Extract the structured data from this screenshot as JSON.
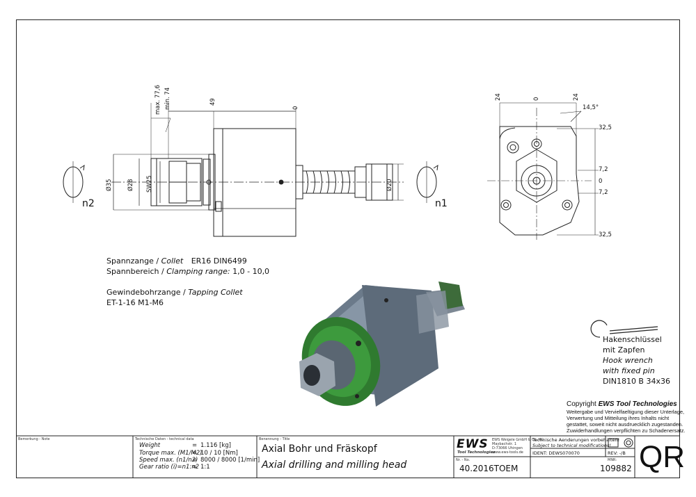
{
  "drawing": {
    "dims_side": {
      "max": "max. 77,6",
      "min": "min. 74",
      "d49": "49",
      "zero": "0",
      "d35": "Ø35",
      "d28": "Ø28",
      "sw25": "SW25",
      "d20": "Ø20",
      "n2": "n2",
      "n1": "n1"
    },
    "dims_front": {
      "left24": "24",
      "zero_top": "0",
      "right24": "24",
      "angle": "14,5°",
      "r325_top": "32,5",
      "r72_top": "7,2",
      "r0": "0",
      "r72_bot": "7,2",
      "r325_bot": "32,5"
    }
  },
  "notes": {
    "collet_line1_de": "Spannzange /",
    "collet_line1_en": "Collet",
    "collet_line1_val": "ER16    DIN6499",
    "range_de": "Spannbereich /",
    "range_en": "Clamping range:",
    "range_val": "1,0 - 10,0",
    "tap_de": "Gewindebohrzange /",
    "tap_en": "Tapping Collet",
    "tap_val": "ET-1-16   M1-M6"
  },
  "wrench": {
    "line1": "Hakenschlüssel",
    "line2": "mit Zapfen",
    "line3": "Hook wrench",
    "line4": "with fixed pin",
    "line5": "DIN1810 B 34x36"
  },
  "copyright": {
    "title_prefix": "Copyright",
    "title_brand": "EWS Tool Technologies",
    "l1": "Weitergabe und Vervielfaeltigung dieser Unterlage,",
    "l2": "Verwertung und Mitteilung ihres Inhalts nicht",
    "l3": "gestattet, soweit nicht ausdruecklich zugestanden.",
    "l4": "Zuwiderhandlungen verpflichten zu Schadenersatz."
  },
  "title_block": {
    "remarks_label": "Bemerkung - Note",
    "tech_label": "Technische Daten - technical data",
    "weight_k": "Weight",
    "weight_v": "1.116 [kg]",
    "torque_k": "Torque max. (M1/M2)",
    "torque_v": "10 / 10 [Nm]",
    "speed_k": "Speed max. (n1/n2)",
    "speed_v": "8000 / 8000 [1/min]",
    "ratio_k": "Gear ratio  (i)=n1:n2",
    "ratio_v": "1:1",
    "eq": "=",
    "name_label": "Benennung - Title",
    "title_de": "Axial Bohr und Fräskopf",
    "title_en": "Axial drilling and milling head",
    "logo": "EWS",
    "logo_sub": "Tool Technologies",
    "company1": "EWS Weigele GmbH & Co. KG",
    "company2": "Maybachstr. 1",
    "company3": "D-73066 Uhingen",
    "company4": "www.ews-tools.de",
    "change_de": "Technische Aenderungen vorbehalten!",
    "change_en": "Subject to technical modifications!",
    "ident": "IDENT: DEWS070070",
    "rev": "REV:  -/B",
    "nr_label": "Nr. - No.",
    "part_no": "40.2016TOEM",
    "mat_label": "MNR:",
    "mat_no": "109882",
    "qr": "QR"
  }
}
